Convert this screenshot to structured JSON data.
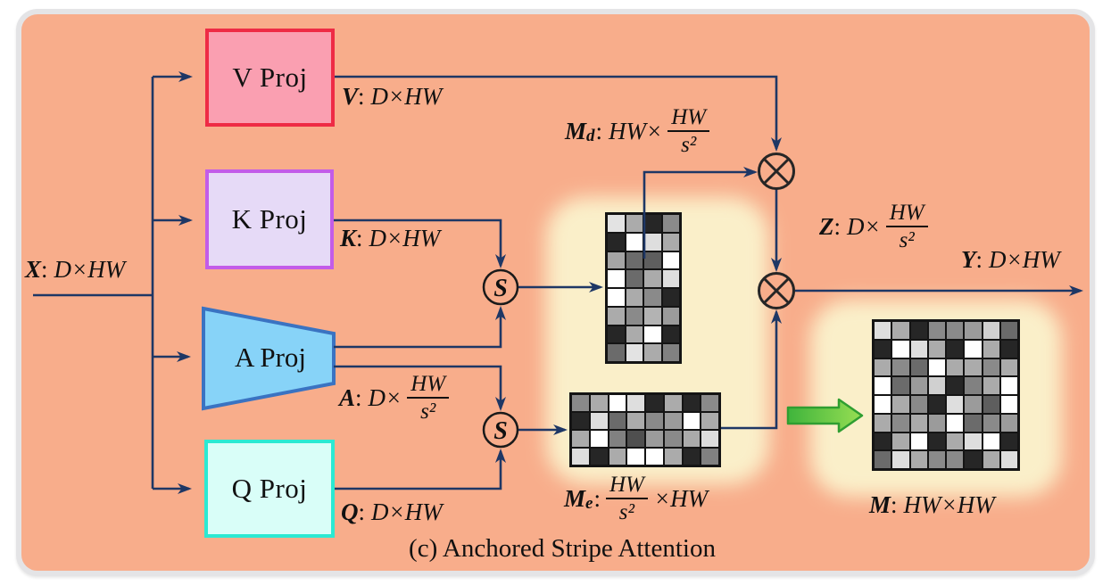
{
  "caption": "(c) Anchored Stripe Attention",
  "panel": {
    "background": "#F8AD8B",
    "border": "#E4E4E6",
    "glow": "#FBF2CC",
    "line_color": "#1E3765"
  },
  "boxes": {
    "v": {
      "label": "V Proj",
      "fill": "#FA9FB1",
      "border": "#EE2B45"
    },
    "k": {
      "label": "K Proj",
      "fill": "#E6DAF7",
      "border": "#C35CE8"
    },
    "a": {
      "label": "A Proj",
      "fill": "#87D3F8",
      "border": "#3A73C2"
    },
    "q": {
      "label": "Q Proj",
      "fill": "#D9FEF8",
      "border": "#2BE9D2"
    }
  },
  "symbols": {
    "softmax": "S"
  },
  "green_arrow": {
    "fill_start": "#3FB43C",
    "fill_end": "#97DE53",
    "stroke": "#2F9E31"
  },
  "labels": {
    "x": {
      "var": "X",
      "colon": ":",
      "dims": "D×HW"
    },
    "v": {
      "var": "V",
      "colon": ":",
      "dims": "D×HW"
    },
    "k": {
      "var": "K",
      "colon": ":",
      "dims": "D×HW"
    },
    "q": {
      "var": "Q",
      "colon": ":",
      "dims": "D×HW"
    },
    "y": {
      "var": "Y",
      "colon": ":",
      "dims": "D×HW"
    },
    "m": {
      "var": "M",
      "colon": ":",
      "dims": "HW×HW"
    },
    "a": {
      "var": "A",
      "colon": ":",
      "pre": "D×",
      "num": "HW",
      "den": "s²"
    },
    "z": {
      "var": "Z",
      "colon": ":",
      "pre": "D×",
      "num": "HW",
      "den": "s²"
    },
    "md": {
      "var": "M",
      "sub": "d",
      "colon": ":",
      "pre": "HW×",
      "num": "HW",
      "den": "s²"
    },
    "me": {
      "var": "M",
      "sub": "e",
      "colon": ":",
      "num": "HW",
      "den": "s²",
      "post": "×HW"
    }
  },
  "matrices": {
    "md": [
      [
        "#e3e3e3",
        "#ababab",
        "#262626",
        "#8a8a8a"
      ],
      [
        "#262626",
        "#ffffff",
        "#dedede",
        "#ababab"
      ],
      [
        "#a5a5a5",
        "#6b6b6b",
        "#5e5e5e",
        "#ffffff"
      ],
      [
        "#ffffff",
        "#6b6b6b",
        "#ababab",
        "#dedede"
      ],
      [
        "#ffffff",
        "#ababab",
        "#8a8a8a",
        "#262626"
      ],
      [
        "#ababab",
        "#8a8a8a",
        "#b3b3b3",
        "#9b9b9b"
      ],
      [
        "#262626",
        "#ababab",
        "#ffffff",
        "#262626"
      ],
      [
        "#6b6b6b",
        "#e3e3e3",
        "#ababab",
        "#818181"
      ]
    ],
    "me": [
      [
        "#8a8a8a",
        "#ababab",
        "#ffffff",
        "#dedede",
        "#262626",
        "#ababab",
        "#262626",
        "#8a8a8a"
      ],
      [
        "#262626",
        "#dedede",
        "#6b6b6b",
        "#ababab",
        "#8a8a8a",
        "#9b9b9b",
        "#ffffff",
        "#ababab"
      ],
      [
        "#ababab",
        "#ffffff",
        "#818181",
        "#4f4f4f",
        "#9b9b9b",
        "#8a8a8a",
        "#ababab",
        "#dedede"
      ],
      [
        "#dedede",
        "#262626",
        "#ababab",
        "#ffffff",
        "#ffffff",
        "#ababab",
        "#262626",
        "#818181"
      ]
    ],
    "m": [
      [
        "#dedede",
        "#ababab",
        "#262626",
        "#8a8a8a",
        "#8a8a8a",
        "#9b9b9b",
        "#d0d0d0",
        "#6b6b6b"
      ],
      [
        "#262626",
        "#ffffff",
        "#dedede",
        "#ababab",
        "#262626",
        "#ffffff",
        "#ababab",
        "#262626"
      ],
      [
        "#ababab",
        "#8a8a8a",
        "#6b6b6b",
        "#ffffff",
        "#ababab",
        "#ababab",
        "#8a8a8a",
        "#ababab"
      ],
      [
        "#ffffff",
        "#6b6b6b",
        "#9b9b9b",
        "#d0d0d0",
        "#262626",
        "#818181",
        "#ababab",
        "#ffffff"
      ],
      [
        "#ffffff",
        "#ababab",
        "#8a8a8a",
        "#262626",
        "#dedede",
        "#9b9b9b",
        "#5e5e5e",
        "#ffffff"
      ],
      [
        "#ababab",
        "#8a8a8a",
        "#ababab",
        "#9b9b9b",
        "#ffffff",
        "#6b6b6b",
        "#8a8a8a",
        "#9b9b9b"
      ],
      [
        "#262626",
        "#ababab",
        "#ffffff",
        "#262626",
        "#ababab",
        "#dedede",
        "#ffffff",
        "#262626"
      ],
      [
        "#6b6b6b",
        "#dedede",
        "#ababab",
        "#8a8a8a",
        "#8a8a8a",
        "#262626",
        "#ababab",
        "#dedede"
      ]
    ]
  }
}
